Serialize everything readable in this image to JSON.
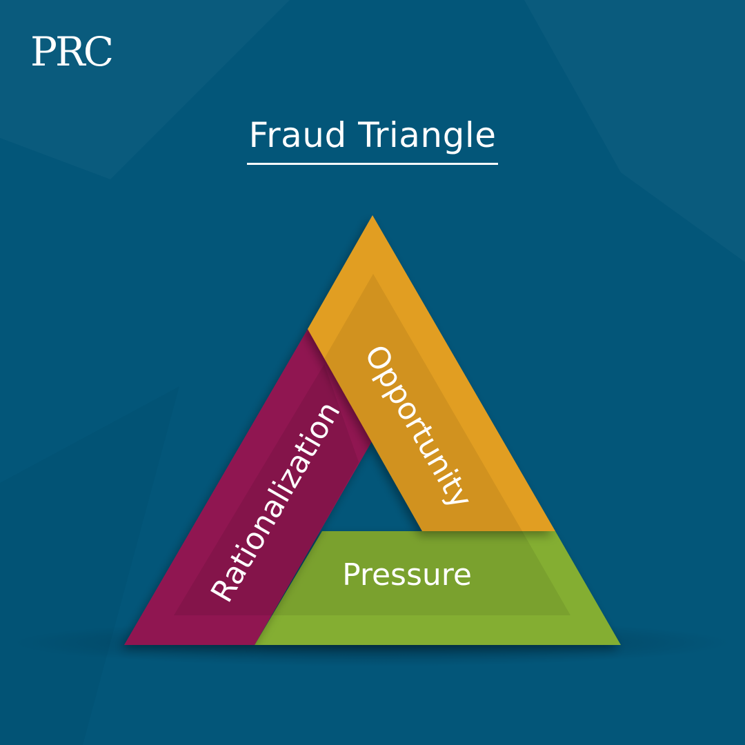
{
  "brand": {
    "logo_text": "PRC"
  },
  "title": "Fraud Triangle",
  "segments": [
    {
      "label": "Opportunity",
      "color": "#E19E23"
    },
    {
      "label": "Rationalization",
      "color": "#901851"
    },
    {
      "label": "Pressure",
      "color": "#84AE33"
    }
  ],
  "colors": {
    "background": "#035679",
    "text": "#FFFFFF"
  }
}
